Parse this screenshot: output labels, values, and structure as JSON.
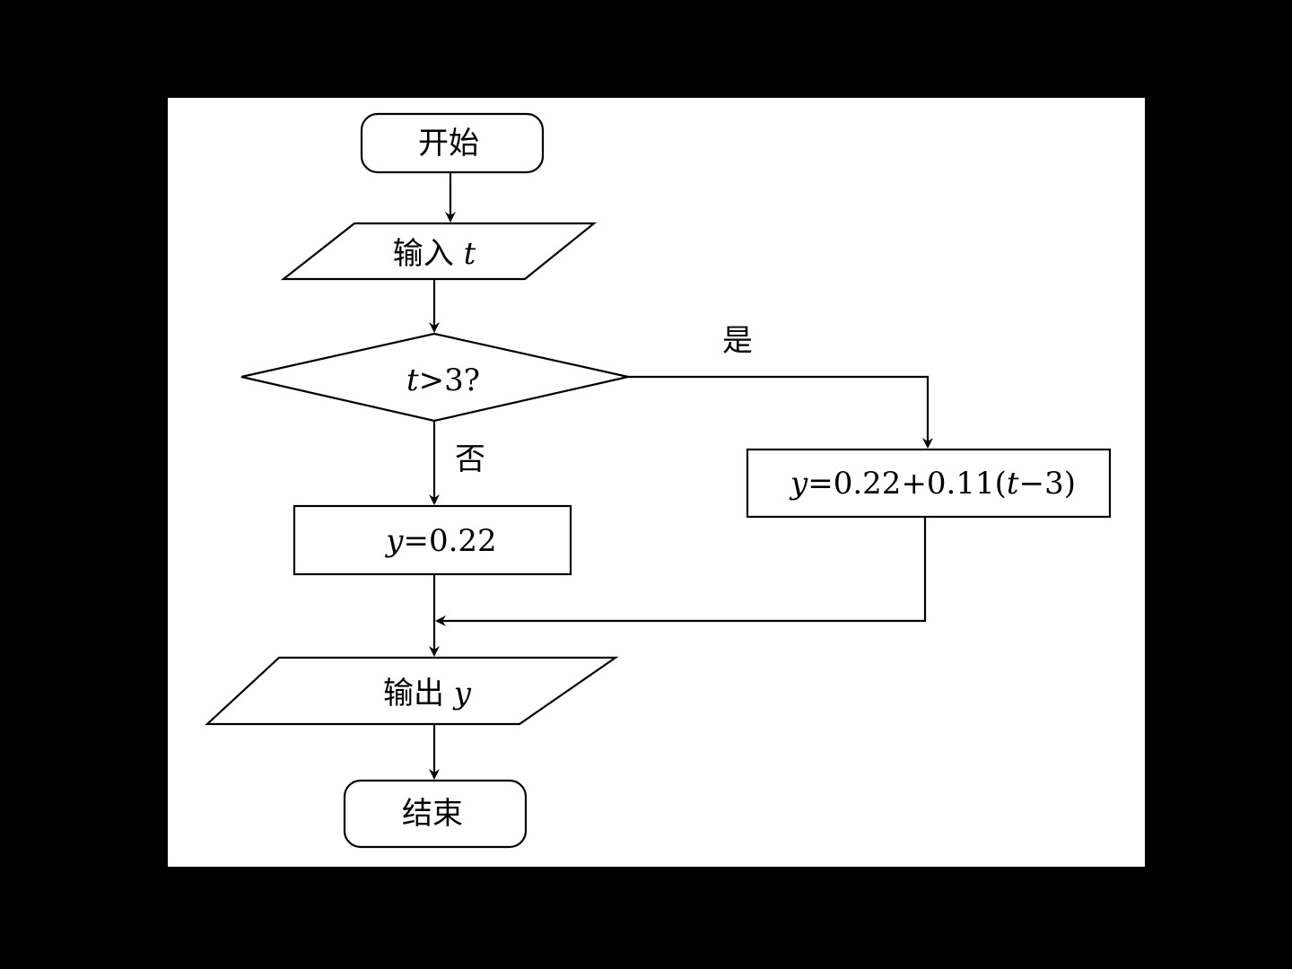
{
  "diagram": {
    "nodes": {
      "start": {
        "text": "开始"
      },
      "input": {
        "prefix": "输入 ",
        "var": "t"
      },
      "decision": {
        "var": "t",
        "rest": ">3?"
      },
      "assign_no": {
        "var": "y",
        "rest": "=0.22"
      },
      "assign_yes": {
        "var1": "y",
        "part1": "=0.22+0.11(",
        "var2": "t",
        "part2": "−3)"
      },
      "output": {
        "prefix": "输出 ",
        "var": "y"
      },
      "end": {
        "text": "结束"
      }
    },
    "branches": {
      "yes": "是",
      "no": "否"
    }
  }
}
